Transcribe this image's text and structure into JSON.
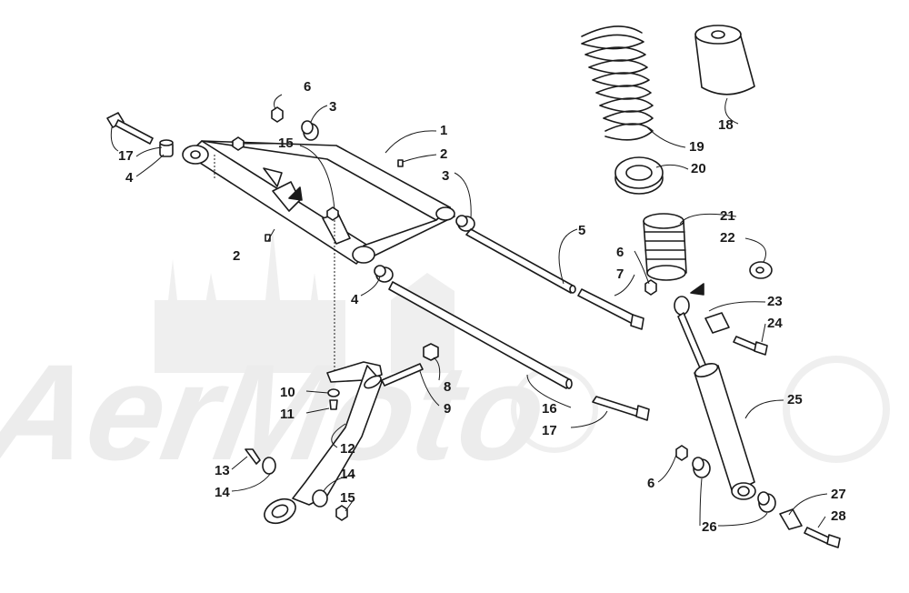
{
  "watermark": {
    "text": "AerMoto"
  },
  "callouts": [
    "1",
    "2",
    "2",
    "3",
    "3",
    "4",
    "4",
    "5",
    "6",
    "6",
    "6",
    "7",
    "8",
    "9",
    "10",
    "11",
    "12",
    "13",
    "14",
    "14",
    "15",
    "15",
    "16",
    "17",
    "17",
    "18",
    "19",
    "20",
    "21",
    "22",
    "23",
    "24",
    "25",
    "26",
    "27",
    "28"
  ],
  "colors": {
    "line": "#1a1a1a",
    "watermark": "#ececec",
    "background": "#ffffff"
  }
}
